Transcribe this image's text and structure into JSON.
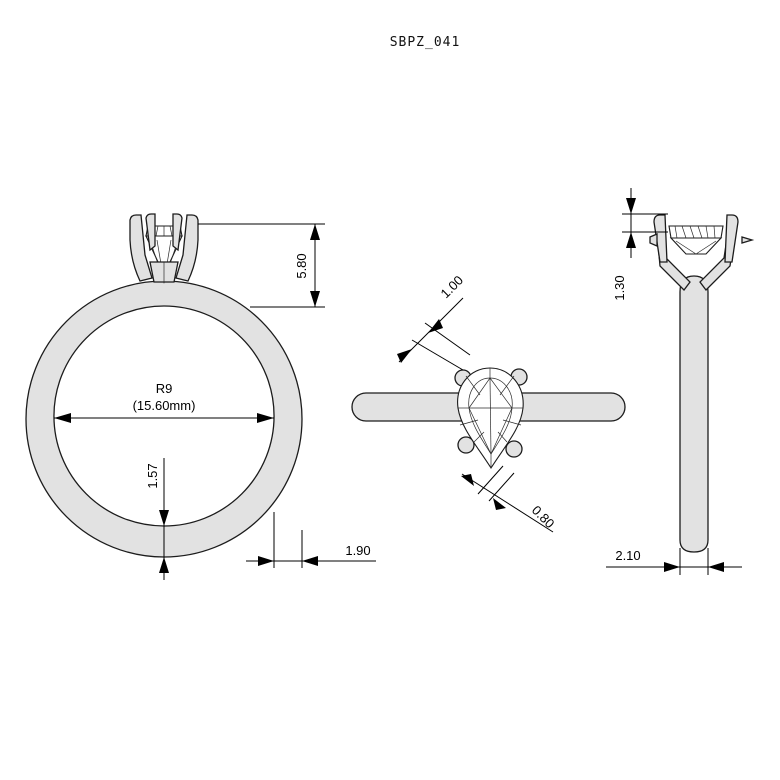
{
  "drawing": {
    "code": "SBPZ_041",
    "colors": {
      "metal": "#e2e2e2",
      "outline": "#1c1c1c",
      "stone": "#ffffff",
      "dimension": "#000000"
    }
  },
  "front_view": {
    "size_label": "R9",
    "inner_diameter_label": "(15.60mm)",
    "head_height_label": "5.80",
    "band_thickness_label": "1.57",
    "band_width_label": "1.90"
  },
  "top_view": {
    "prong_label": "1.00",
    "prong_tip_label": "0.80"
  },
  "side_view": {
    "setting_label": "1.30",
    "shank_width_label": "2.10"
  }
}
